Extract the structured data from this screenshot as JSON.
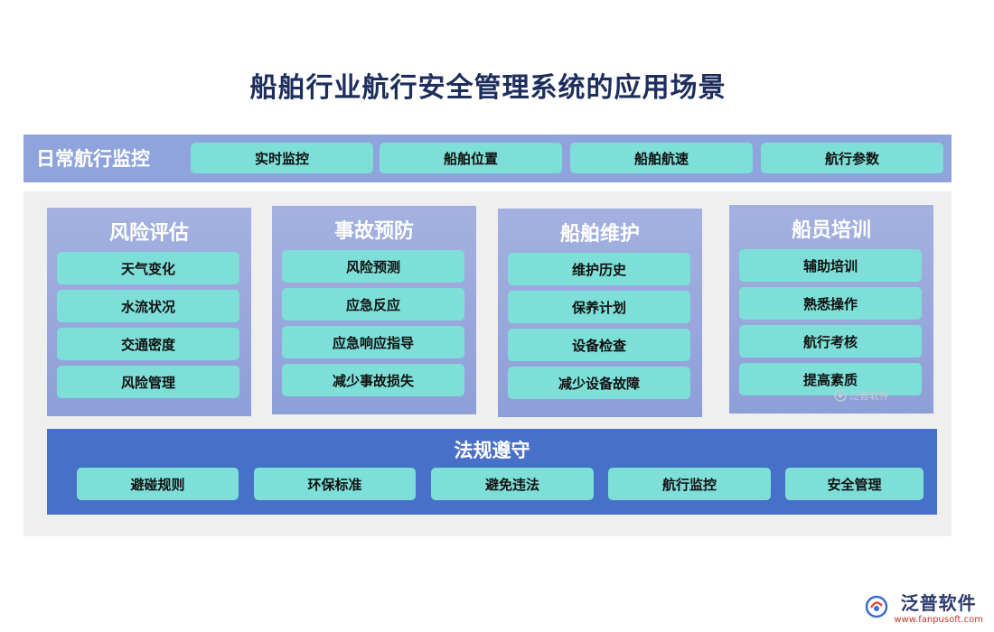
{
  "title": "船舶行业航行安全管理系统的应用场景",
  "top_band": {
    "label": "日常航行监控",
    "items": [
      "实时监控",
      "船舶位置",
      "船舶航速",
      "航行参数"
    ]
  },
  "columns": [
    {
      "title": "风险评估",
      "items": [
        "天气变化",
        "水流状况",
        "交通密度",
        "风险管理"
      ]
    },
    {
      "title": "事故预防",
      "items": [
        "风险预测",
        "应急反应",
        "应急响应指导",
        "减少事故损失"
      ]
    },
    {
      "title": "船舶维护",
      "items": [
        "维护历史",
        "保养计划",
        "设备检查",
        "减少设备故障"
      ]
    },
    {
      "title": "船员培训",
      "items": [
        "辅助培训",
        "熟悉操作",
        "航行考核",
        "提高素质"
      ]
    }
  ],
  "bottom_band": {
    "title": "法规遵守",
    "items": [
      "避碰规则",
      "环保标准",
      "避免违法",
      "航行监控",
      "安全管理"
    ]
  },
  "watermark_text": "泛普软件",
  "logo": {
    "name": "泛普软件",
    "url": "www.fanpusoft.com"
  },
  "colors": {
    "title": "#1e2e5c",
    "band": "#8fa4dc",
    "column": "#a4b1e0",
    "chip": "#7ddfd8",
    "bottom_band": "#4771c9",
    "gray_area": "#efefef"
  }
}
